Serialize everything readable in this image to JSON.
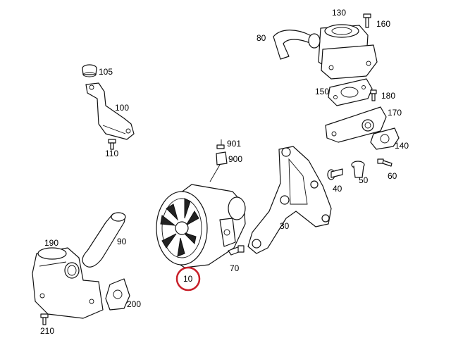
{
  "diagram": {
    "callouts": [
      {
        "id": "p130",
        "text": "130"
      },
      {
        "id": "p160",
        "text": "160"
      },
      {
        "id": "p80",
        "text": "80"
      },
      {
        "id": "p105",
        "text": "105"
      },
      {
        "id": "p150",
        "text": "150"
      },
      {
        "id": "p180",
        "text": "180"
      },
      {
        "id": "p100",
        "text": "100"
      },
      {
        "id": "p170",
        "text": "170"
      },
      {
        "id": "p110",
        "text": "110"
      },
      {
        "id": "p140",
        "text": "140"
      },
      {
        "id": "p901",
        "text": "901"
      },
      {
        "id": "p900",
        "text": "900"
      },
      {
        "id": "p40",
        "text": "40"
      },
      {
        "id": "p50",
        "text": "50"
      },
      {
        "id": "p60",
        "text": "60"
      },
      {
        "id": "p30",
        "text": "30"
      },
      {
        "id": "p190",
        "text": "190"
      },
      {
        "id": "p90",
        "text": "90"
      },
      {
        "id": "p70",
        "text": "70"
      },
      {
        "id": "p10",
        "text": "10"
      },
      {
        "id": "p200",
        "text": "200"
      },
      {
        "id": "p210",
        "text": "210"
      }
    ],
    "highlighted_part": "10",
    "highlight_color": "#c8202a"
  }
}
